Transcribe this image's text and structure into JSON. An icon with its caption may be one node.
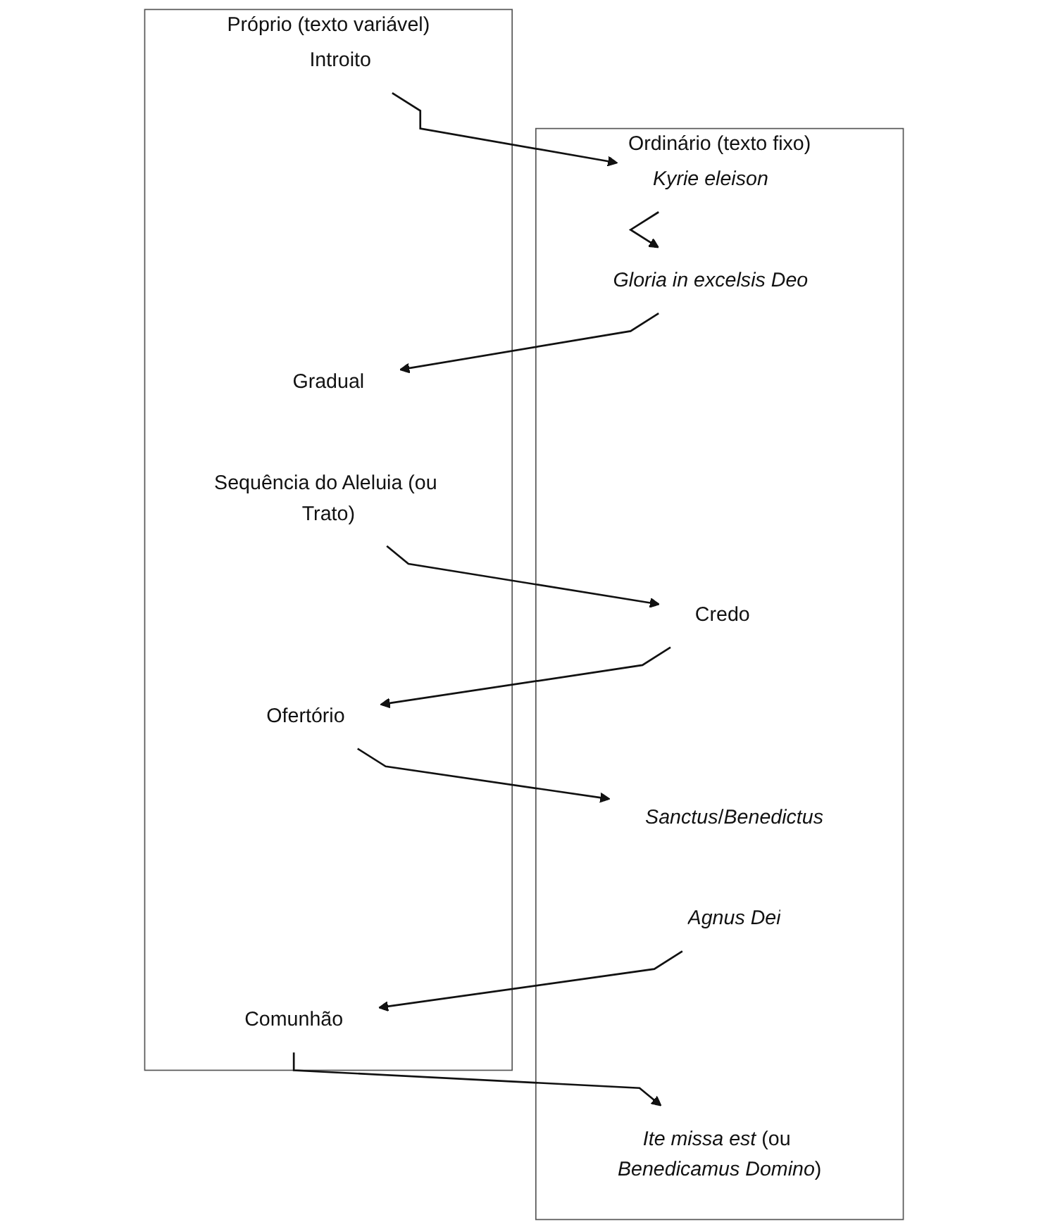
{
  "diagram": {
    "nodes": [
      {
        "text": [
          "Próprio (texto variável)"
        ]
      },
      {
        "text": [
          "Ordinário (texto fixo)"
        ]
      },
      {
        "text": [
          "Introito"
        ],
        "in": 0
      },
      {
        "text": [
          "Kyrie eleison"
        ],
        "in": 1
      },
      {
        "text": [
          "Gloria in excelsis Deo"
        ],
        "in": 1
      },
      {
        "text": [
          "Gradual"
        ],
        "in": 0
      },
      {
        "text": [
          "Sequência do Aleluia (ou Trato)"
        ],
        "in": 0
      },
      {
        "text": [
          "Credo"
        ],
        "in": 1
      },
      {
        "text": [
          "Ofertório"
        ],
        "in": 0
      },
      {
        "text": [
          "*Sanctus*/*Benedictus*"
        ],
        "in": 1
      },
      {
        "text": [
          "Agnus Dei"
        ],
        "in": 1
      },
      {
        "text": [
          "Comunhão"
        ],
        "in": 0
      },
      {
        "text": [
          "*Ite missa est* (ou *Benedicamus Domino*)"
        ],
        "in": 1
      }
    ],
    "edges": [
      {
        "from": 2,
        "to": 3,
        "arrow": "to"
      },
      {
        "from": 3,
        "to": 4,
        "arrow": "to"
      },
      {
        "from": 4,
        "to": 5,
        "arrow": "to"
      },
      {
        "from": 6,
        "to": 7,
        "arrow": "to"
      },
      {
        "from": 7,
        "to": 8,
        "arrow": "to"
      },
      {
        "from": 8,
        "to": 9,
        "arrow": "to"
      },
      {
        "from": 10,
        "to": 11,
        "arrow": "to"
      },
      {
        "from": 11,
        "to": 12,
        "arrow": "to"
      }
    ]
  }
}
